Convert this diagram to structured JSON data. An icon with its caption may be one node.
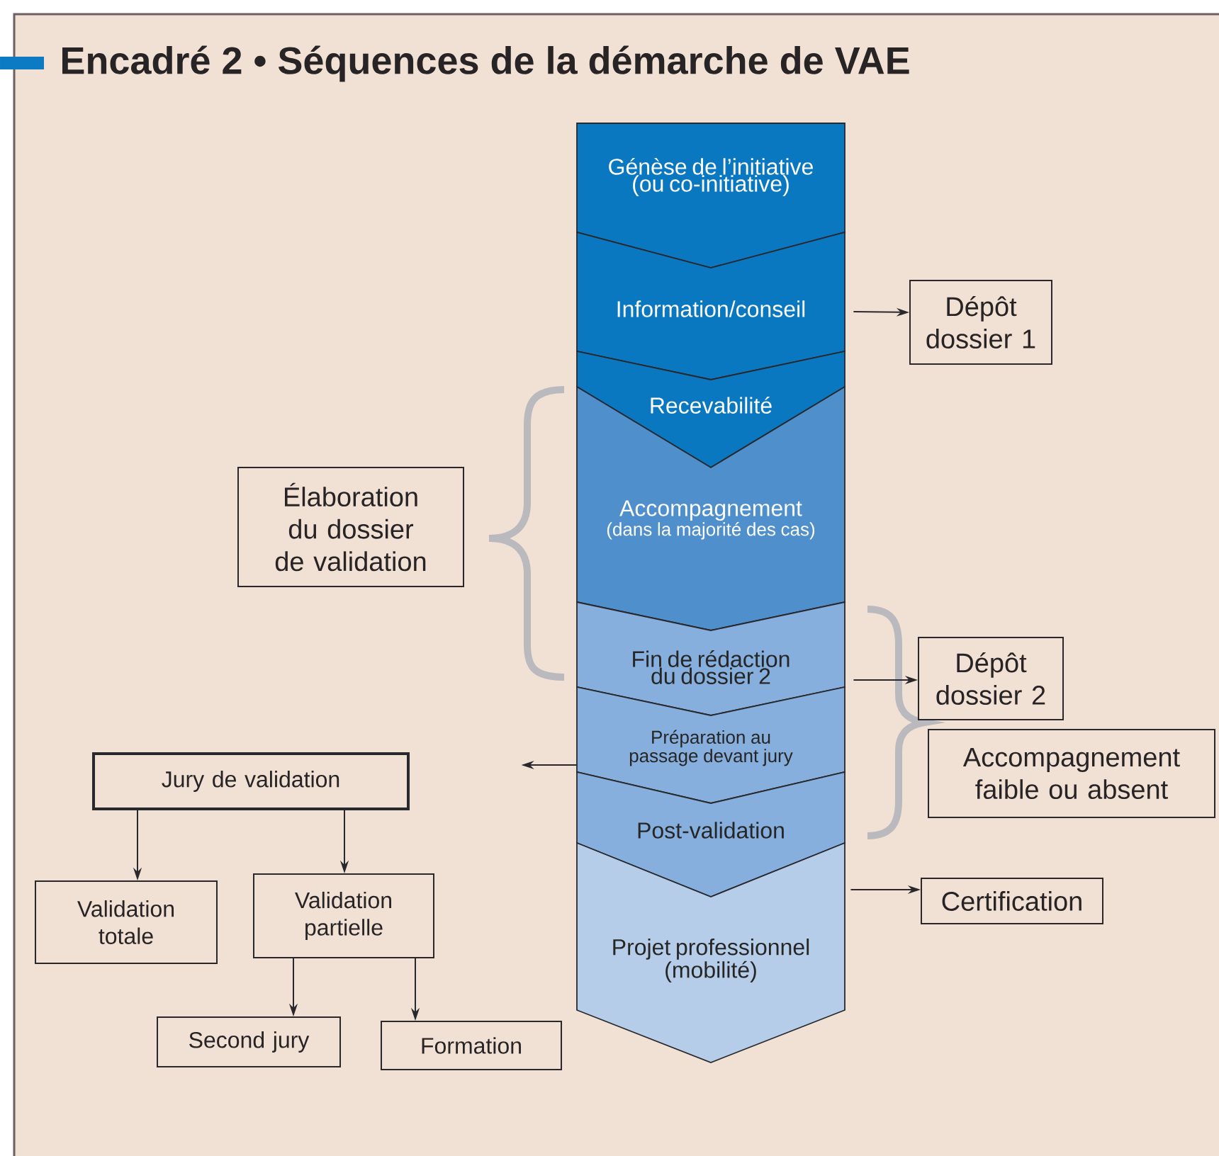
{
  "diagram": {
    "title": "Encadré 2 • Séquences de la démarche de VAE",
    "nodes": [
      {
        "text": [
          "Génèse de l’initiative (ou co-initiative)"
        ]
      },
      {
        "text": [
          "Information/conseil"
        ]
      },
      {
        "text": [
          "Recevabilité"
        ]
      },
      {
        "text": [
          "Accompagnement",
          "(dans la majorité des cas)"
        ]
      },
      {
        "text": [
          "Fin de rédaction du dossier 2"
        ]
      },
      {
        "text": [
          "Préparation au passage devant jury"
        ]
      },
      {
        "text": [
          "Post-validation"
        ]
      },
      {
        "text": [
          "Projet professionnel (mobilité)"
        ]
      },
      {
        "text": [
          "Dépôt dossier 1"
        ]
      },
      {
        "text": [
          "Élaboration du dossier de validation"
        ]
      },
      {
        "text": [
          "Dépôt dossier 2"
        ]
      },
      {
        "text": [
          "Accompagnement faible ou absent"
        ]
      },
      {
        "text": [
          "Jury de validation"
        ]
      },
      {
        "text": [
          "Validation totale"
        ]
      },
      {
        "text": [
          "Validation partielle"
        ]
      },
      {
        "text": [
          "Second jury"
        ]
      },
      {
        "text": [
          "Formation"
        ]
      },
      {
        "text": [
          "Certification"
        ]
      }
    ],
    "edges": [
      {
        "from": 1,
        "to": 8,
        "arrow": "to"
      },
      {
        "from": 4,
        "to": 10,
        "arrow": "to"
      },
      {
        "from": 5,
        "to": null,
        "arrow": "to"
      },
      {
        "from": 7,
        "to": 17,
        "arrow": "to"
      },
      {
        "from": 12,
        "to": 13,
        "arrow": "to"
      },
      {
        "from": 12,
        "to": 14,
        "arrow": "to"
      },
      {
        "from": 14,
        "to": 15,
        "arrow": "to"
      },
      {
        "from": 14,
        "to": 16,
        "arrow": "to"
      }
    ]
  }
}
